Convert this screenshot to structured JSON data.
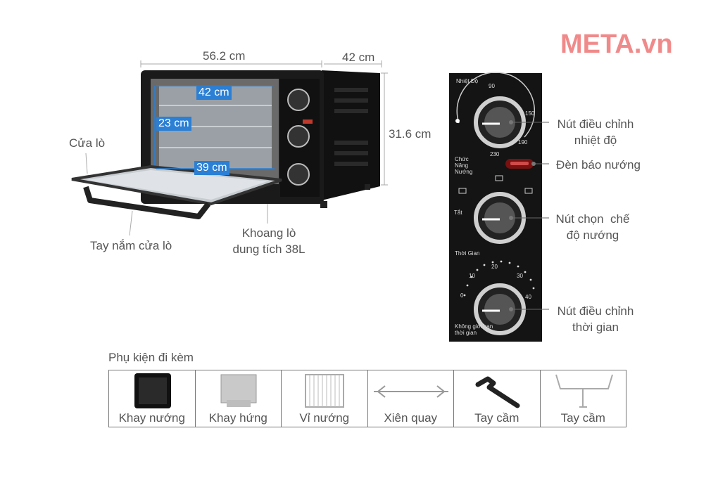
{
  "brand": {
    "name": "META",
    "suffix": ".vn"
  },
  "oven": {
    "width": "56.2 cm",
    "depth": "42 cm",
    "height": "31.6 cm",
    "inner_width": "42 cm",
    "inner_height": "23 cm",
    "inner_depth": "39 cm",
    "door_label": "Cửa lò",
    "handle_label": "Tay nắm cửa lò",
    "cavity_label_line1": "Khoang lò",
    "cavity_label_line2": "dung tích 38L"
  },
  "panel": {
    "temp_title": "Nhiệt Độ",
    "temp_ticks": [
      "90",
      "150",
      "190",
      "230"
    ],
    "mode_title": "Chức Năng Nướng",
    "mode_off": "Tắt",
    "timer_title": "Thời Gian",
    "timer_ticks": [
      "0",
      "10",
      "20",
      "30",
      "40"
    ],
    "timer_note": "Không giới hạn thời gian",
    "temp_knob_label_line1": "Nút điều chỉnh",
    "temp_knob_label_line2": "nhiệt độ",
    "light_label": "Đèn báo nướng",
    "mode_knob_label_line1": "Nút chọn  chế",
    "mode_knob_label_line2": "độ nướng",
    "timer_knob_label_line1": "Nút điều chỉnh",
    "timer_knob_label_line2": "thời gian"
  },
  "accessories": {
    "title": "Phụ kiện đi kèm",
    "items": [
      {
        "name": "Khay nướng",
        "icon": "baking-tray-icon"
      },
      {
        "name": "Khay hứng",
        "icon": "drip-tray-icon"
      },
      {
        "name": "Vỉ nướng",
        "icon": "wire-rack-icon"
      },
      {
        "name": "Xiên quay",
        "icon": "rotisserie-spit-icon"
      },
      {
        "name": "Tay cầm",
        "icon": "tray-handle-icon"
      },
      {
        "name": "Tay cầm",
        "icon": "rotisserie-handle-icon"
      }
    ]
  },
  "colors": {
    "brand": "#f08a8a",
    "dimension_tag": "#2b7fd4",
    "oven_body": "#1a1a1a"
  }
}
